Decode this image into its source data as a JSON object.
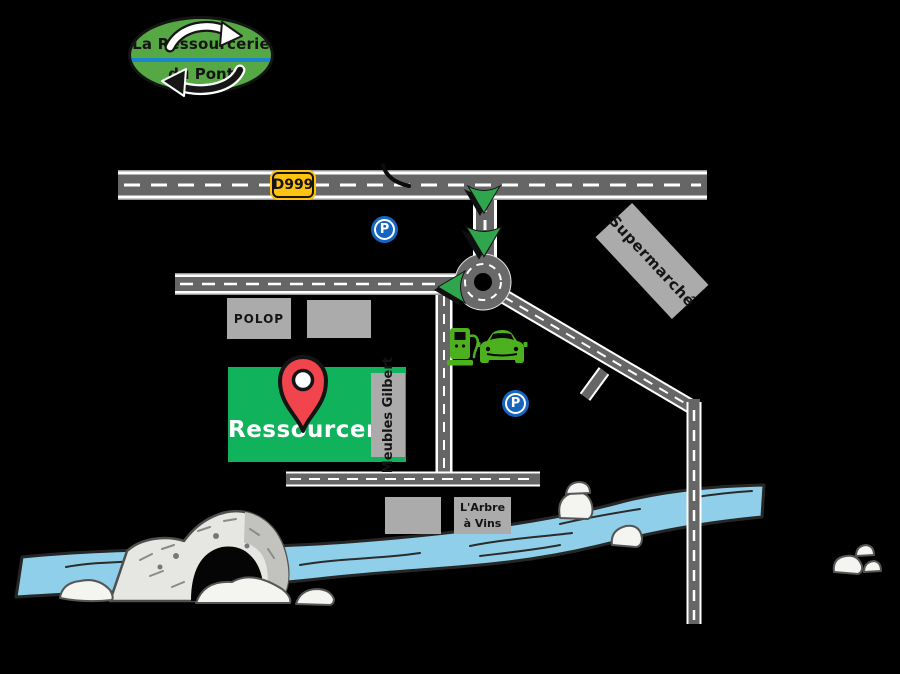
{
  "logo": {
    "line1": "La Ressourcerie",
    "line2": "du Pont"
  },
  "road_sign": {
    "label": "D999"
  },
  "buildings": {
    "supermarche": {
      "label": "Supermarché"
    },
    "polop": {
      "label": "POLOP"
    },
    "ressourcerie": {
      "label": "Ressourcerie"
    },
    "meubles_gilbert": {
      "label": "Meubles Gilbert"
    },
    "arbre_a_vins": {
      "line1": "L'Arbre",
      "line2": "à Vins"
    }
  },
  "icons": {
    "parking_label": "P"
  },
  "colors": {
    "background": "#000000",
    "road_gray": "#666666",
    "road_markings": "#ffffff",
    "building_gray": "#ababab",
    "sign_yellow": "#ffc20e",
    "logo_green": "#56a845",
    "logo_blue": "#1b86d0",
    "brand_green": "#10b25c",
    "parking_blue": "#1565c0",
    "icon_green": "#4cb01f",
    "arrow_green": "#2fa64d",
    "pin_red": "#f2444d",
    "river_blue": "#90cfe9"
  }
}
